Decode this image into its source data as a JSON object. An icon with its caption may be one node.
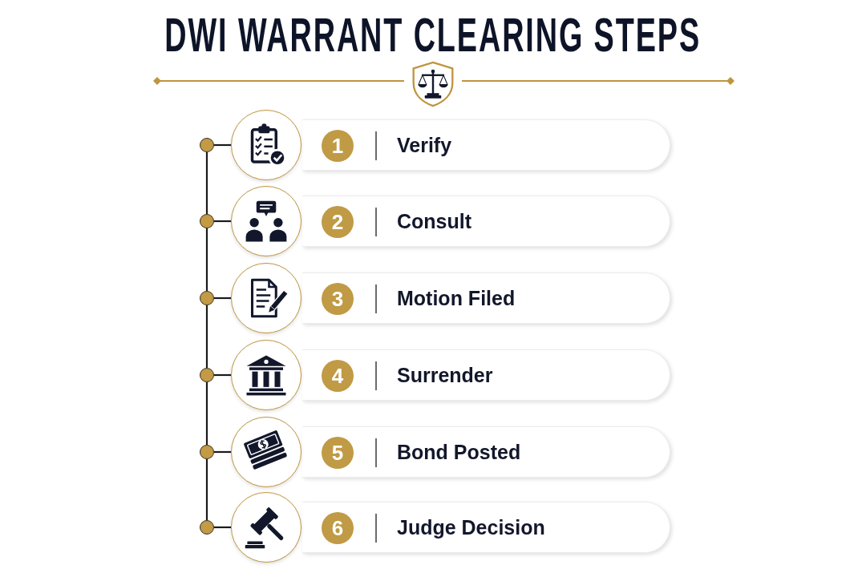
{
  "diagram": {
    "title": "DWI WARRANT CLEARING STEPS",
    "nodes": [
      {
        "text": [],
        "shape": "circle"
      },
      {
        "text": [],
        "shape": "picture"
      },
      {
        "text": [
          "Verify"
        ]
      },
      {
        "text": [
          "1"
        ],
        "in": 2
      },
      {
        "text": [],
        "shape": "circle"
      },
      {
        "text": [],
        "shape": "picture"
      },
      {
        "text": [
          "Consult"
        ]
      },
      {
        "text": [
          "2"
        ],
        "in": 6
      },
      {
        "text": [],
        "shape": "circle"
      },
      {
        "text": [],
        "shape": "picture"
      },
      {
        "text": [
          "Motion Filed"
        ]
      },
      {
        "text": [
          "3"
        ],
        "in": 10
      },
      {
        "text": [],
        "shape": "circle"
      },
      {
        "text": [],
        "shape": "picture"
      },
      {
        "text": [
          "Surrender"
        ]
      },
      {
        "text": [
          "4"
        ],
        "in": 14
      },
      {
        "text": [],
        "shape": "circle"
      },
      {
        "text": [],
        "shape": "picture"
      },
      {
        "text": [
          "Bond Posted"
        ]
      },
      {
        "text": [
          "5"
        ],
        "in": 18
      },
      {
        "text": [],
        "shape": "circle"
      },
      {
        "text": [],
        "shape": "picture"
      },
      {
        "text": [
          "Judge Decision"
        ]
      },
      {
        "text": [
          "6"
        ],
        "in": 22
      }
    ],
    "edges": [
      {
        "from": 0,
        "to": 1,
        "arrow": "none"
      },
      {
        "from": 0,
        "to": 4,
        "arrow": "none"
      },
      {
        "from": 4,
        "to": 5,
        "arrow": "none"
      },
      {
        "from": 4,
        "to": 8,
        "arrow": "none"
      },
      {
        "from": 8,
        "to": 9,
        "arrow": "none"
      },
      {
        "from": 8,
        "to": 12,
        "arrow": "none"
      },
      {
        "from": 12,
        "to": 13,
        "arrow": "none"
      },
      {
        "from": 12,
        "to": 16,
        "arrow": "none"
      },
      {
        "from": 16,
        "to": 17,
        "arrow": "none"
      },
      {
        "from": 16,
        "to": 20,
        "arrow": "none"
      },
      {
        "from": 20,
        "to": 21,
        "arrow": "none"
      }
    ]
  }
}
